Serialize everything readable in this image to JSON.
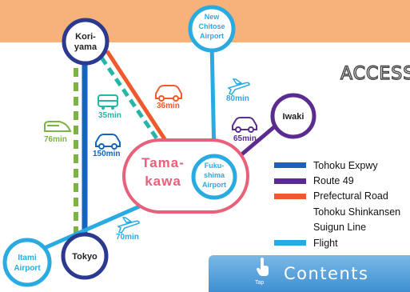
{
  "title": "ACCESS",
  "nodes": {
    "koriyama": "Kori-\nyama",
    "new_chitose": "New\nChitose\nAirport",
    "iwaki": "Iwaki",
    "tamakawa": "Tama-\nkawa",
    "fukushima": "Fuku-\nshima\nAirport",
    "tokyo": "Tokyo",
    "itami": "Itami\nAirport"
  },
  "times": {
    "shinkansen": "76min",
    "suigun": "35min",
    "car_koriyama": "36min",
    "flight_chitose": "80min",
    "car_iwaki": "65min",
    "expwy": "150min",
    "flight_itami": "70min"
  },
  "legend": [
    {
      "label": "Tohoku Expwy",
      "color": "#1565c0",
      "style": "solid"
    },
    {
      "label": "Route 49",
      "color": "#5b2c8f",
      "style": "solid"
    },
    {
      "label": "Prefectural Road",
      "color": "#ef5a2c",
      "style": "solid"
    },
    {
      "label": "Tohoku Shinkansen",
      "color": "#7cb342",
      "style": "dashed"
    },
    {
      "label": "Suigun Line",
      "color": "#26b5a8",
      "style": "dashed"
    },
    {
      "label": "Flight",
      "color": "#29abe2",
      "style": "solid"
    }
  ],
  "contents_button": {
    "label": "Contents",
    "tap": "Tap"
  },
  "colors": {
    "banner": "#f7b27c",
    "expwy": "#1565c0",
    "route49": "#5b2c8f",
    "pref_road": "#ef5a2c",
    "shinkansen": "#7cb342",
    "suigun": "#26b5a8",
    "flight": "#29abe2",
    "tamakawa": "#e8607a",
    "node_border": "#2b3a8f"
  }
}
